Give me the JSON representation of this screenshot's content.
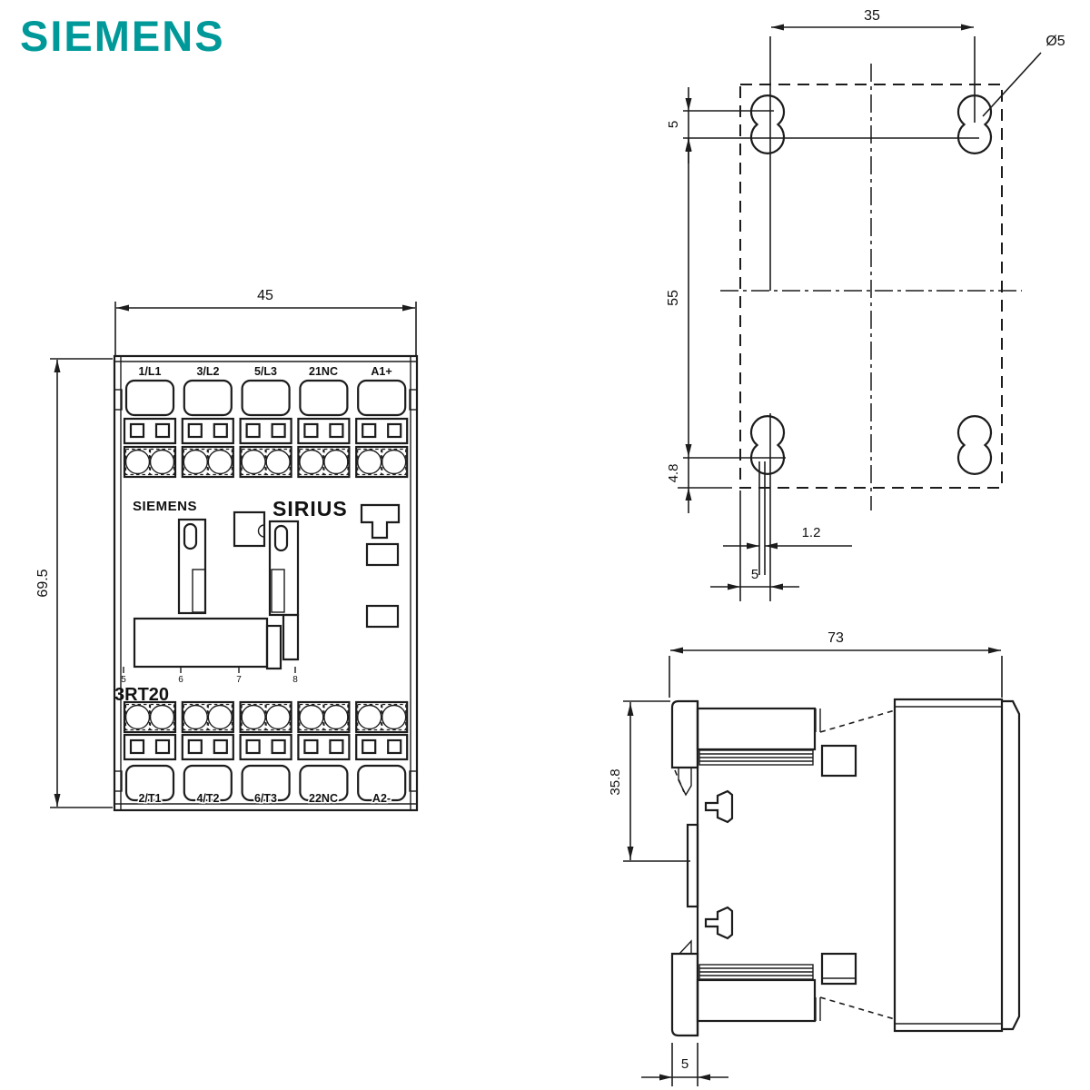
{
  "brand": {
    "logo_text": "SIEMENS",
    "logo_color": "#009999"
  },
  "views": {
    "front": {
      "top_terminals": [
        "1/L1",
        "3/L2",
        "5/L3",
        "21NC",
        "A1+"
      ],
      "bottom_terminals": [
        "2/T1",
        "4/T2",
        "6/T3",
        "22NC",
        "A2-"
      ],
      "panel_brand": "SIEMENS",
      "panel_series": "SIRIUS",
      "model": "3RT20",
      "position_marks": [
        "5",
        "6",
        "7",
        "8"
      ],
      "dims": {
        "width": "45",
        "height": "69.5"
      }
    },
    "rear": {
      "dims": {
        "hole_spacing_h": "35",
        "hole_dia": "Ø5",
        "hole_pitch": "5",
        "hole_spacing_v": "55",
        "bottom_offset": "4.8",
        "slot_width": "1.2",
        "foot_width": "5"
      }
    },
    "side": {
      "dims": {
        "depth": "73",
        "rail_height": "35.8",
        "plate_thickness": "5"
      }
    }
  },
  "line_color": "#1c1c1c"
}
